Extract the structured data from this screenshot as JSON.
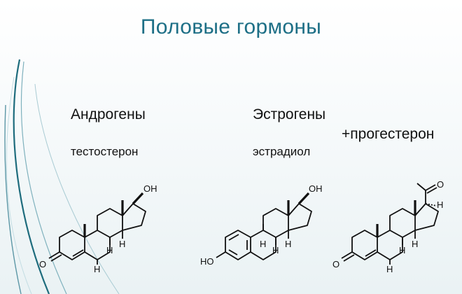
{
  "slide": {
    "title": "Половые гормоны",
    "sections": [
      {
        "heading": "Андрогены",
        "hormone": "тестостерон"
      },
      {
        "heading": "Эстрогены",
        "hormone": "эстрадиол"
      },
      {
        "heading": "+прогестерон"
      }
    ]
  },
  "structures": {
    "testosterone": {
      "oh": "OH",
      "h": "H",
      "o": "O"
    },
    "estradiol": {
      "oh": "OH",
      "ho": "HO",
      "h": "H"
    },
    "progesterone": {
      "o_ketone": "O",
      "o_ring": "O",
      "h": "H"
    }
  },
  "colors": {
    "title": "#1d6f86",
    "decoration": "#2b7d8f"
  }
}
